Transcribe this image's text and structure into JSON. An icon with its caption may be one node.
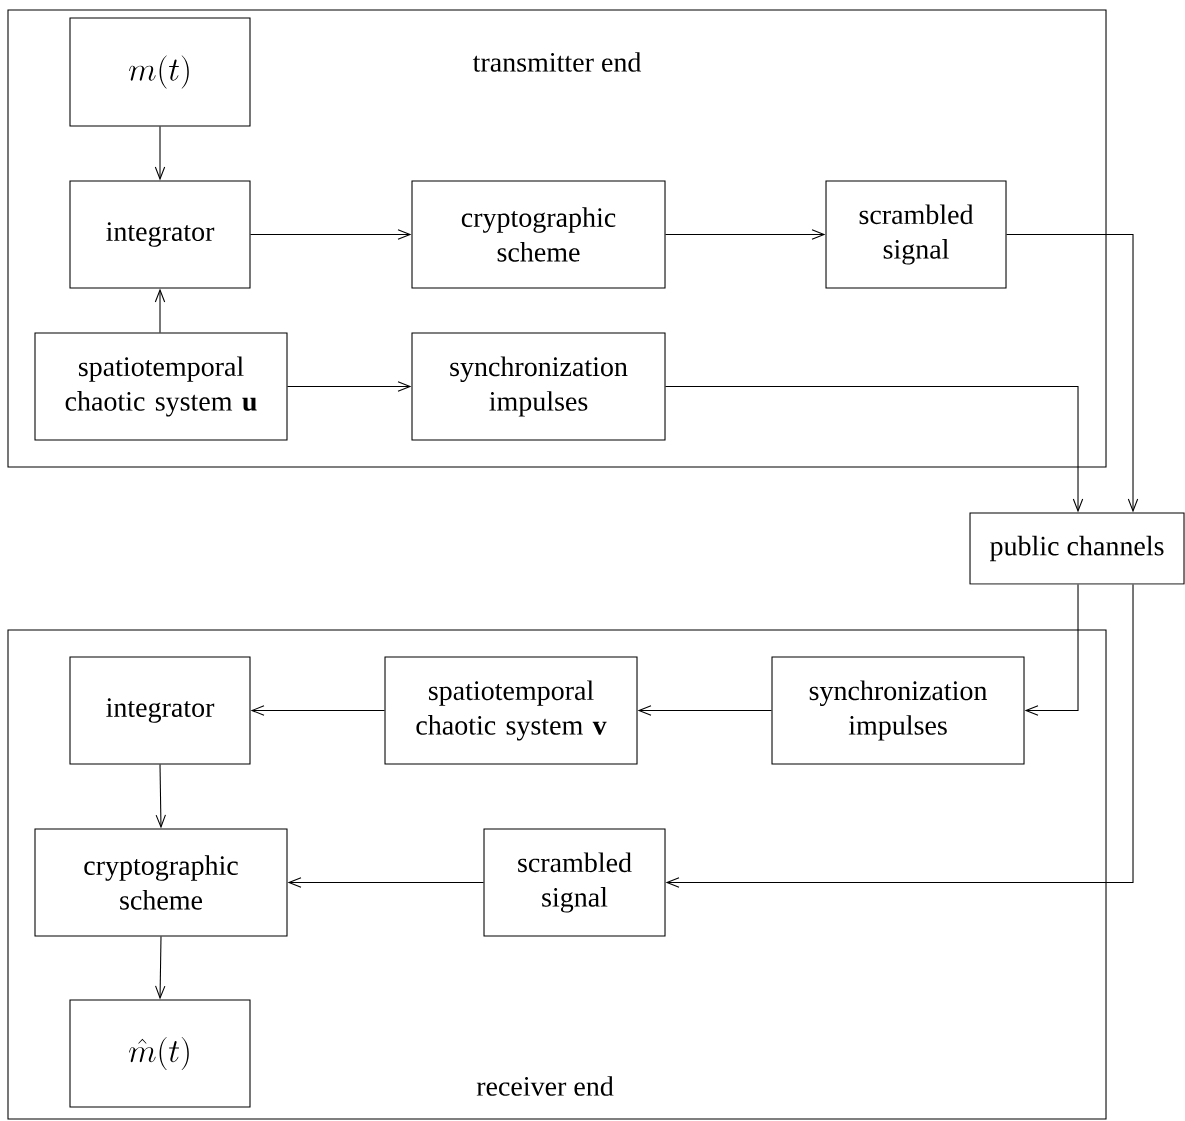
{
  "diagram": {
    "nodes": [
      {
        "text": [
          "transmitter end"
        ]
      },
      {
        "text": [
          "m(t)"
        ],
        "in": 0
      },
      {
        "text": [
          "integrator"
        ],
        "in": 0
      },
      {
        "text": [
          "cryptographic scheme"
        ],
        "in": 0
      },
      {
        "text": [
          "scrambled signal"
        ],
        "in": 0
      },
      {
        "text": [
          "spatiotemporal chaotic system **u**"
        ],
        "in": 0
      },
      {
        "text": [
          "synchronization impulses"
        ],
        "in": 0
      },
      {
        "text": [
          "public channels"
        ]
      },
      {
        "text": [
          "receiver end"
        ]
      },
      {
        "text": [
          "integrator"
        ],
        "in": 8
      },
      {
        "text": [
          "spatiotemporal chaotic system **v**"
        ],
        "in": 8
      },
      {
        "text": [
          "synchronization impulses"
        ],
        "in": 8
      },
      {
        "text": [
          "cryptographic scheme"
        ],
        "in": 8
      },
      {
        "text": [
          "scrambled signal"
        ],
        "in": 8
      },
      {
        "text": [
          "\\hat{m}(t)"
        ],
        "in": 8
      }
    ],
    "edges": [
      {
        "from": 1,
        "to": 2,
        "arrow": "to"
      },
      {
        "from": 5,
        "to": 2,
        "arrow": "to"
      },
      {
        "from": 2,
        "to": 3,
        "arrow": "to"
      },
      {
        "from": 3,
        "to": 4,
        "arrow": "to"
      },
      {
        "from": 5,
        "to": 6,
        "arrow": "to"
      },
      {
        "from": 4,
        "to": 7,
        "arrow": "to"
      },
      {
        "from": 6,
        "to": 7,
        "arrow": "to"
      },
      {
        "from": 7,
        "to": 11,
        "arrow": "to"
      },
      {
        "from": 7,
        "to": 13,
        "arrow": "to"
      },
      {
        "from": 11,
        "to": 10,
        "arrow": "to"
      },
      {
        "from": 10,
        "to": 9,
        "arrow": "to"
      },
      {
        "from": 9,
        "to": 12,
        "arrow": "to"
      },
      {
        "from": 13,
        "to": 12,
        "arrow": "to"
      },
      {
        "from": 12,
        "to": 14,
        "arrow": "to"
      }
    ]
  }
}
